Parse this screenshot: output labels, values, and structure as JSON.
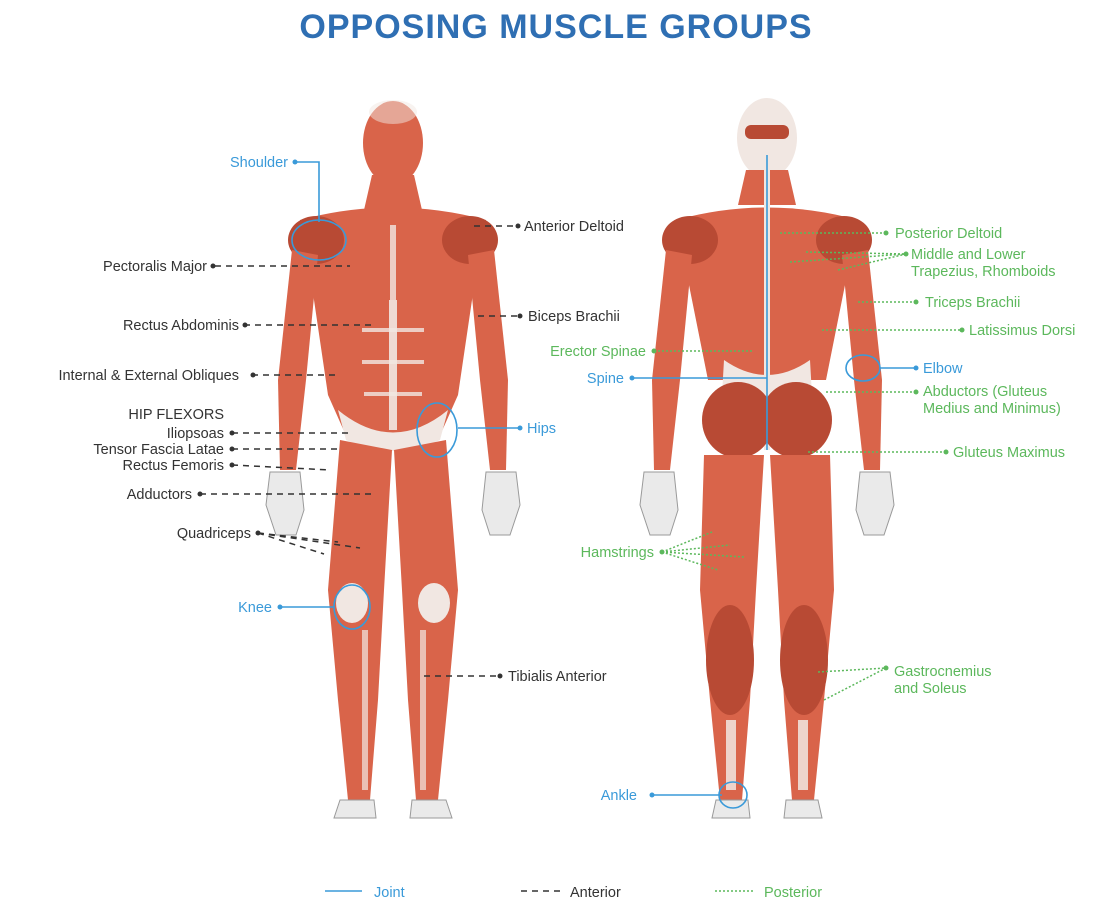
{
  "title": "OPPOSING MUSCLE GROUPS",
  "colors": {
    "title": "#2f6fb3",
    "joint": "#3a9ad9",
    "anterior": "#333333",
    "posterior": "#5cb85c",
    "muscle": "#d9644a"
  },
  "front_labels": {
    "shoulder": "Shoulder",
    "anterior_deltoid": "Anterior Deltoid",
    "pectoralis_major": "Pectoralis Major",
    "biceps_brachii": "Biceps Brachii",
    "rectus_abdominis": "Rectus Abdominis",
    "obliques": "Internal & External Obliques",
    "hip_flexors": "HIP FLEXORS",
    "iliopsoas": "Iliopsoas",
    "tensor_fascia_latae": "Tensor Fascia Latae",
    "rectus_femoris": "Rectus Femoris",
    "hips": "Hips",
    "adductors": "Adductors",
    "quadriceps": "Quadriceps",
    "knee": "Knee",
    "tibialis_anterior": "Tibialis Anterior"
  },
  "back_labels": {
    "posterior_deltoid": "Posterior Deltoid",
    "trapezius_line1": "Middle and Lower",
    "trapezius_line2": "Trapezius, Rhomboids",
    "triceps_brachii": "Triceps Brachii",
    "latissimus_dorsi": "Latissimus Dorsi",
    "erector_spinae": "Erector Spinae",
    "spine": "Spine",
    "elbow": "Elbow",
    "abductors_line1": "Abductors (Gluteus",
    "abductors_line2": "Medius and Minimus)",
    "gluteus_maximus": "Gluteus Maximus",
    "hamstrings": "Hamstrings",
    "gastroc_line1": "Gastrocnemius",
    "gastroc_line2": "and Soleus",
    "ankle": "Ankle"
  },
  "legend": {
    "joint": "Joint",
    "anterior": "Anterior",
    "posterior": "Posterior"
  }
}
